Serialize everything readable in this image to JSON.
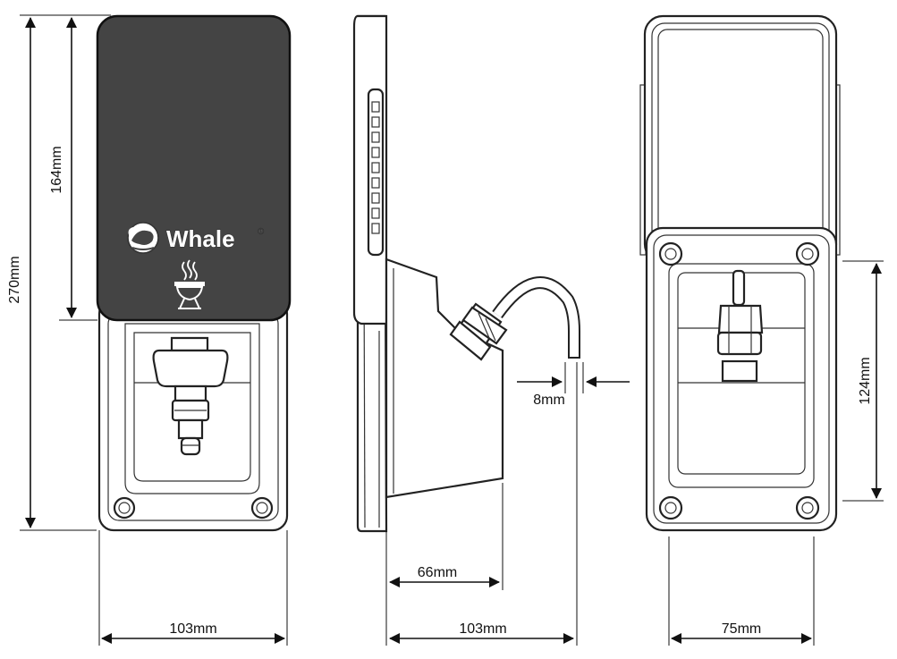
{
  "diagram": {
    "brand": {
      "name": "Whale",
      "mark": "®"
    },
    "colors": {
      "line": "#111111",
      "fill": "#ffffff",
      "detail": "#333333"
    },
    "dimensions": {
      "front_total_height": "270mm",
      "front_cover_height": "164mm",
      "front_width": "103mm",
      "side_depth": "66mm",
      "side_total_depth": "103mm",
      "side_hose_diameter": "8mm",
      "rear_plate_height": "124mm",
      "rear_plate_width": "75mm"
    },
    "icons": [
      "whale-logo-icon",
      "barbecue-icon"
    ]
  }
}
